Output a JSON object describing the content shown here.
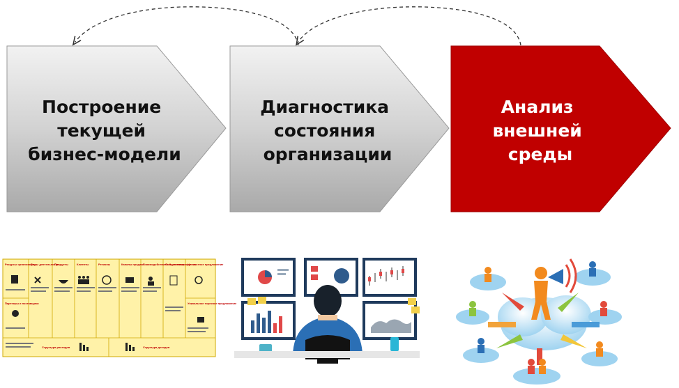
{
  "steps": [
    {
      "lines": [
        "Построение",
        "текущей",
        "бизнес-модели"
      ],
      "color": "#d6d6d6",
      "text_color": "#111111"
    },
    {
      "lines": [
        "Диагностика",
        "состояния",
        "организации"
      ],
      "color": "#d6d6d6",
      "text_color": "#111111"
    },
    {
      "lines": [
        "Анализ",
        "внешней",
        "среды"
      ],
      "color": "#c00000",
      "text_color": "#ffffff"
    }
  ],
  "canvas": {
    "headers": [
      "Ресурсы организации",
      "Виды деятельности",
      "Продукты",
      "Клиенты",
      "Регионы",
      "Каналы продаж",
      "Взаимодействие с Клиентами",
      "Фонд вознаграждения",
      "Ценностное предложение"
    ],
    "left_lower_header": "Партнеры и поставщики",
    "right_lower_header": "Уникальное торговое предложение",
    "bottom_left": "Структура расходов",
    "bottom_right": "Структура доходов"
  },
  "colors": {
    "accent": "#c00000",
    "canvas_bg": "#fff2a8",
    "dash": "#333333"
  }
}
